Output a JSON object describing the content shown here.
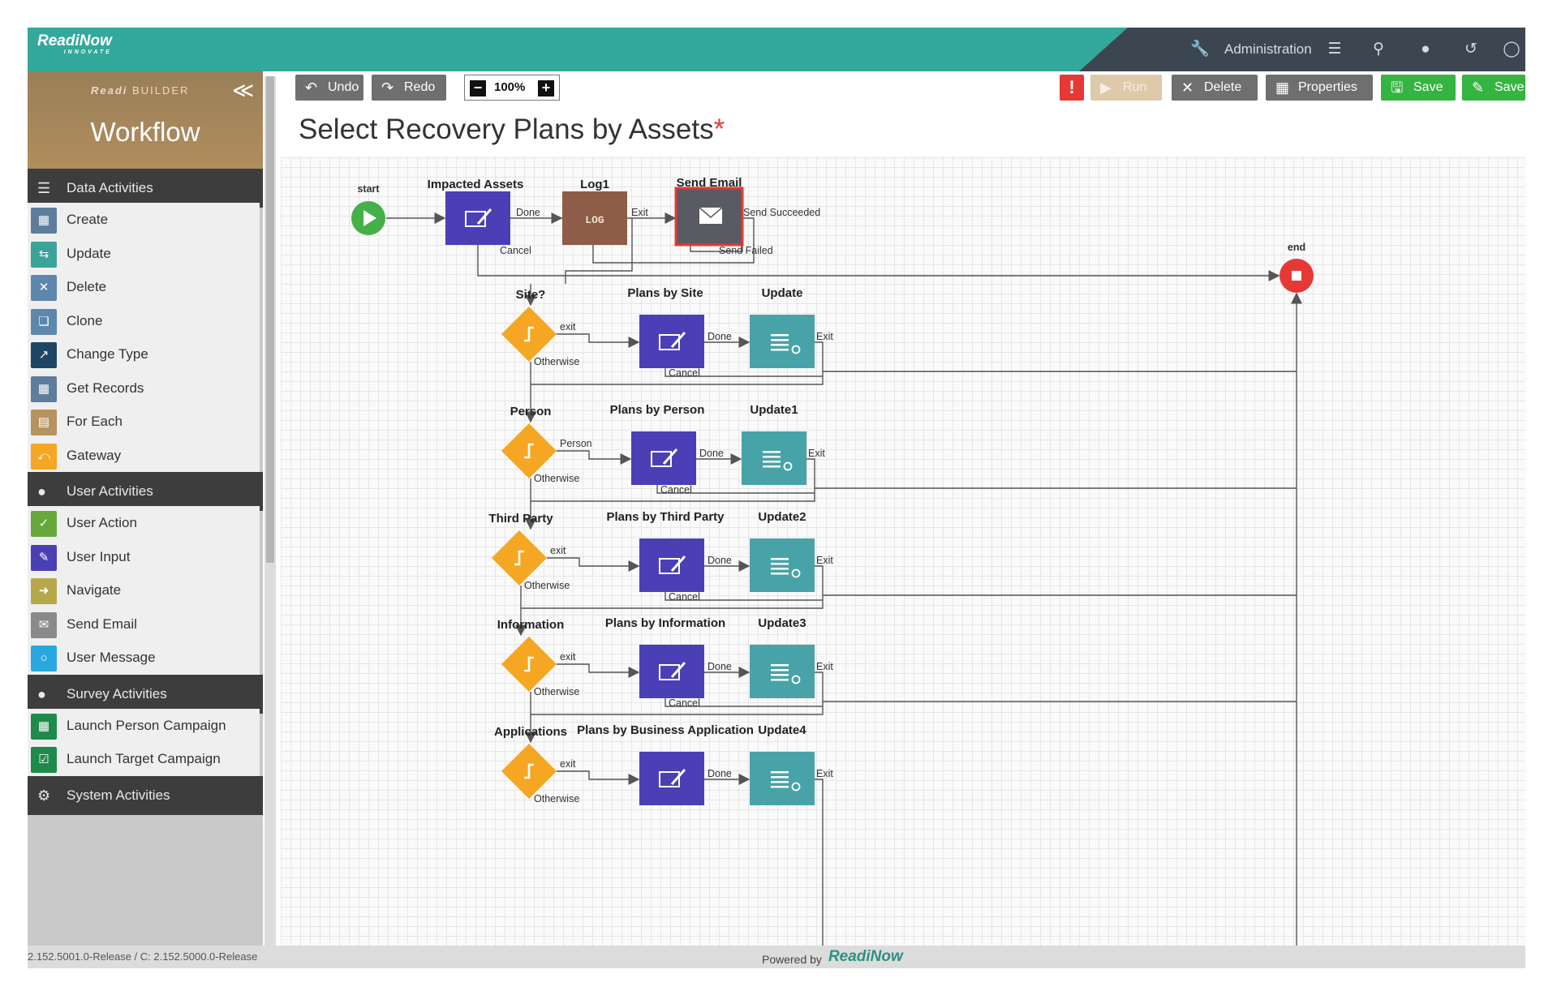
{
  "header": {
    "logo": "ReadiNow",
    "logo_sub": "INNOVATE",
    "admin_label": "Administration"
  },
  "sidebar": {
    "builder_brand": "Readi",
    "builder_label": "BUILDER",
    "title": "Workflow",
    "sections": [
      {
        "label": "Data Activities",
        "items": [
          {
            "label": "Create",
            "color": "#5e7d9c",
            "icon": "create-icon"
          },
          {
            "label": "Update",
            "color": "#3aa39a",
            "icon": "update-icon"
          },
          {
            "label": "Delete",
            "color": "#5e87ad",
            "icon": "delete-icon"
          },
          {
            "label": "Clone",
            "color": "#5e87ad",
            "icon": "clone-icon"
          },
          {
            "label": "Change Type",
            "color": "#1f4564",
            "icon": "change-type-icon"
          },
          {
            "label": "Get Records",
            "color": "#5e7d9c",
            "icon": "get-records-icon"
          },
          {
            "label": "For Each",
            "color": "#b5935e",
            "icon": "for-each-icon"
          },
          {
            "label": "Gateway",
            "color": "#f5a623",
            "icon": "gateway-icon"
          }
        ]
      },
      {
        "label": "User Activities",
        "items": [
          {
            "label": "User Action",
            "color": "#68a83a",
            "icon": "user-action-icon"
          },
          {
            "label": "User Input",
            "color": "#4b3fb5",
            "icon": "user-input-icon"
          },
          {
            "label": "Navigate",
            "color": "#b6a84a",
            "icon": "navigate-icon"
          },
          {
            "label": "Send Email",
            "color": "#8a8a8a",
            "icon": "send-email-icon"
          },
          {
            "label": "User Message",
            "color": "#29a8e0",
            "icon": "user-message-icon"
          }
        ]
      },
      {
        "label": "Survey Activities",
        "items": [
          {
            "label": "Launch Person Campaign",
            "color": "#1e8a4c",
            "icon": "launch-person-campaign-icon"
          },
          {
            "label": "Launch Target Campaign",
            "color": "#1e8a4c",
            "icon": "launch-target-campaign-icon"
          }
        ]
      },
      {
        "label": "System Activities",
        "items": []
      }
    ]
  },
  "toolbar": {
    "undo": "Undo",
    "redo": "Redo",
    "zoom": "100%",
    "warning": "!",
    "run": "Run",
    "delete": "Delete",
    "properties": "Properties",
    "save": "Save",
    "save2": "Save"
  },
  "page": {
    "title": "Select Recovery Plans by Assets",
    "modified_marker": "*"
  },
  "workflow": {
    "start_label": "start",
    "end_label": "end",
    "top_nodes": [
      {
        "label": "Impacted Assets",
        "type": "user-input"
      },
      {
        "label": "Log1",
        "type": "log",
        "icon_text": "LOG"
      },
      {
        "label": "Send Email",
        "type": "send-email"
      }
    ],
    "top_edges": {
      "done": "Done",
      "cancel": "Cancel",
      "exit": "Exit",
      "send_succeeded": "Send Succeeded",
      "send_failed": "Send Failed"
    },
    "rows": [
      {
        "gateway": "Site?",
        "branch": "exit",
        "plan": "Plans by Site",
        "update": "Update"
      },
      {
        "gateway": "Person",
        "branch": "Person",
        "plan": "Plans by Person",
        "update": "Update1"
      },
      {
        "gateway": "Third Party",
        "branch": "exit",
        "plan": "Plans by Third Party",
        "update": "Update2"
      },
      {
        "gateway": "Information",
        "branch": "exit",
        "plan": "Plans by Information",
        "update": "Update3"
      },
      {
        "gateway": "Applications",
        "branch": "exit",
        "plan": "Plans by Business Application",
        "update": "Update4"
      }
    ],
    "edge_labels": {
      "done": "Done",
      "cancel": "Cancel",
      "exit": "Exit",
      "otherwise": "Otherwise"
    }
  },
  "footer": {
    "version": "2.152.5001.0-Release / C: 2.152.5000.0-Release",
    "powered_by": "Powered by",
    "brand": "ReadiNow"
  }
}
